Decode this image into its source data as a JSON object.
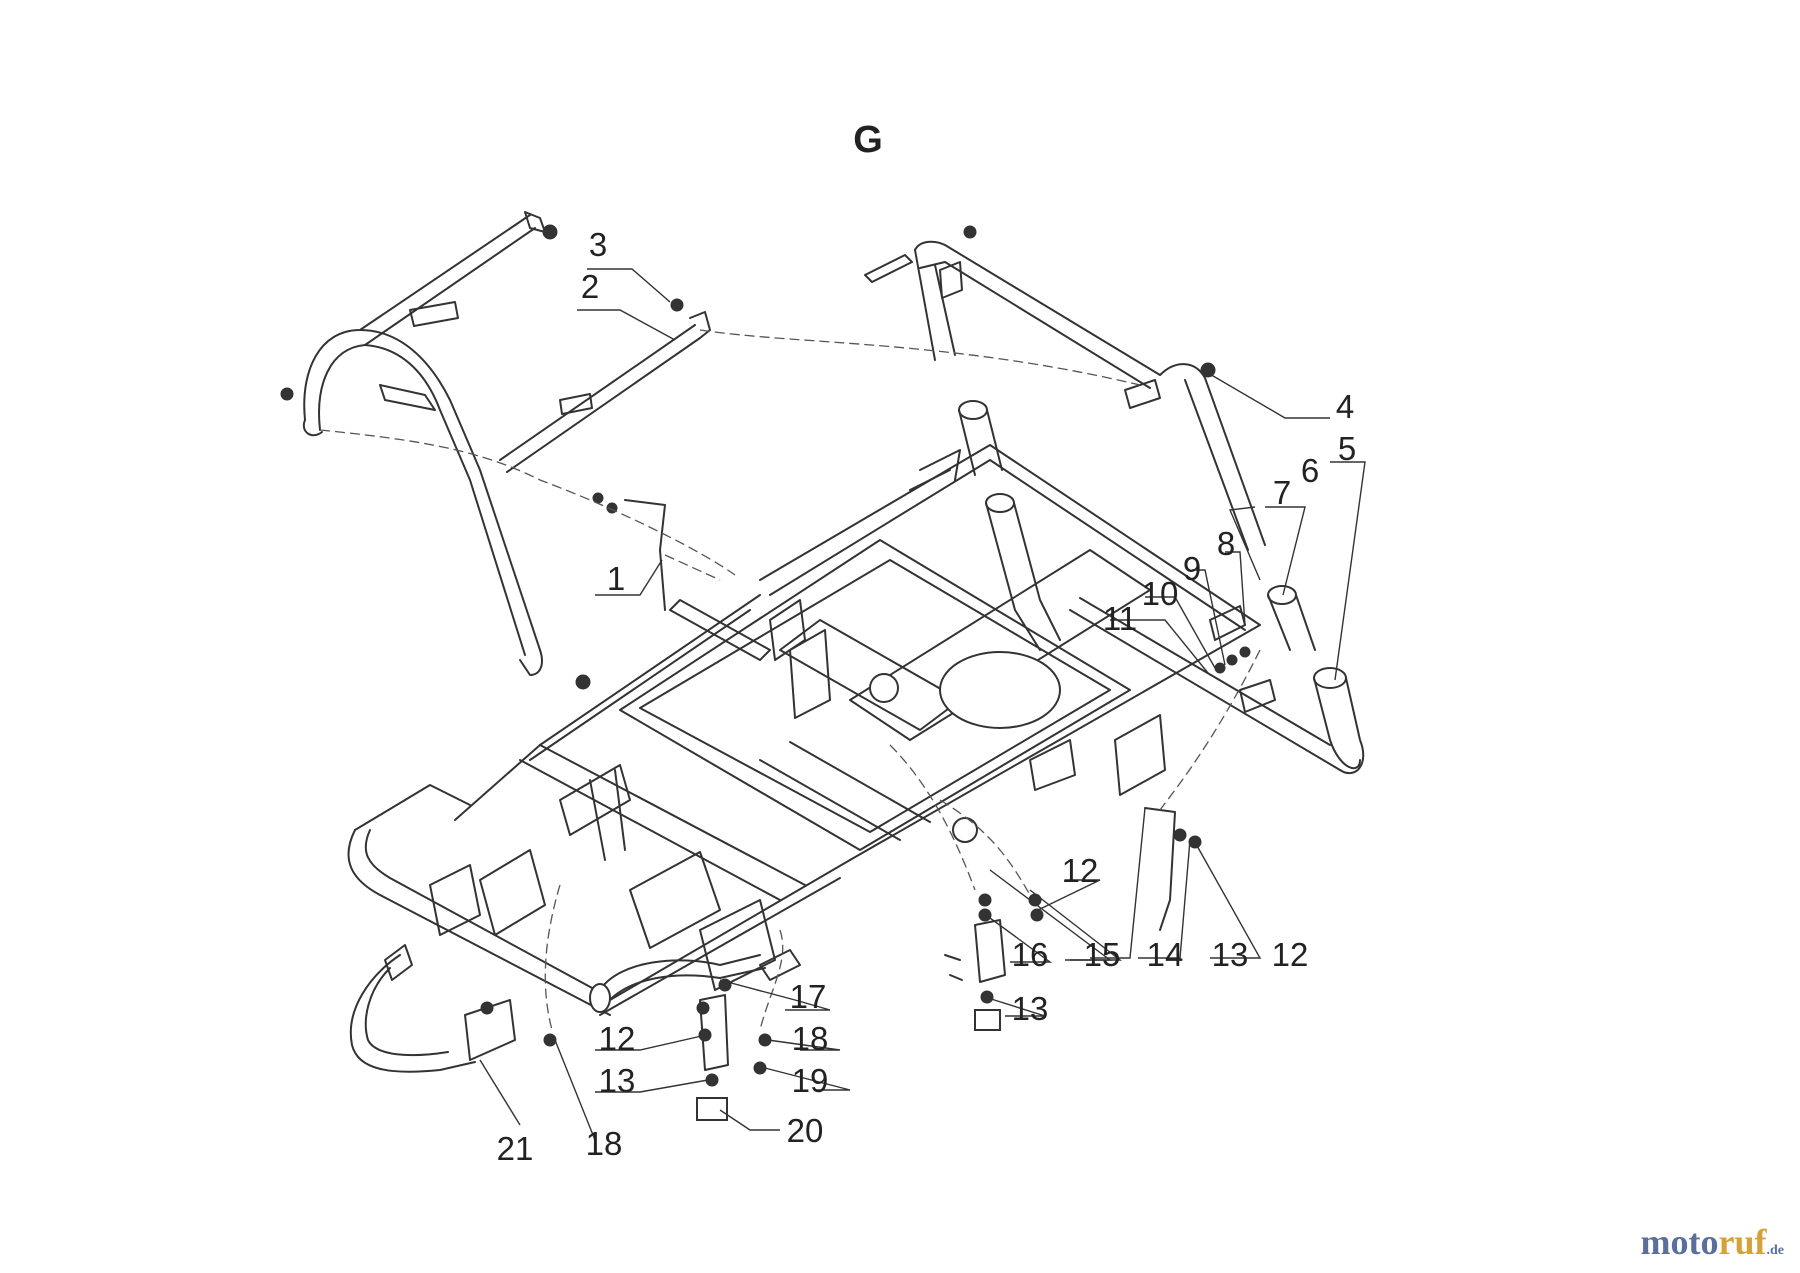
{
  "diagram_title": "G",
  "callouts": [
    {
      "id": "c1",
      "text": "1"
    },
    {
      "id": "c2",
      "text": "2"
    },
    {
      "id": "c3",
      "text": "3"
    },
    {
      "id": "c4",
      "text": "4"
    },
    {
      "id": "c5",
      "text": "5"
    },
    {
      "id": "c6",
      "text": "6"
    },
    {
      "id": "c7",
      "text": "7"
    },
    {
      "id": "c8",
      "text": "8"
    },
    {
      "id": "c9",
      "text": "9"
    },
    {
      "id": "c10",
      "text": "10"
    },
    {
      "id": "c11",
      "text": "11"
    },
    {
      "id": "c12a",
      "text": "12"
    },
    {
      "id": "c12b",
      "text": "12"
    },
    {
      "id": "c12c",
      "text": "12"
    },
    {
      "id": "c13a",
      "text": "13"
    },
    {
      "id": "c13b",
      "text": "13"
    },
    {
      "id": "c13c",
      "text": "13"
    },
    {
      "id": "c14",
      "text": "14"
    },
    {
      "id": "c15",
      "text": "15"
    },
    {
      "id": "c16",
      "text": "16"
    },
    {
      "id": "c17",
      "text": "17"
    },
    {
      "id": "c18a",
      "text": "18"
    },
    {
      "id": "c18b",
      "text": "18"
    },
    {
      "id": "c19",
      "text": "19"
    },
    {
      "id": "c20",
      "text": "20"
    },
    {
      "id": "c21",
      "text": "21"
    }
  ],
  "watermark": {
    "part1": "moto",
    "part2": "ruf",
    "part3": ".de"
  }
}
